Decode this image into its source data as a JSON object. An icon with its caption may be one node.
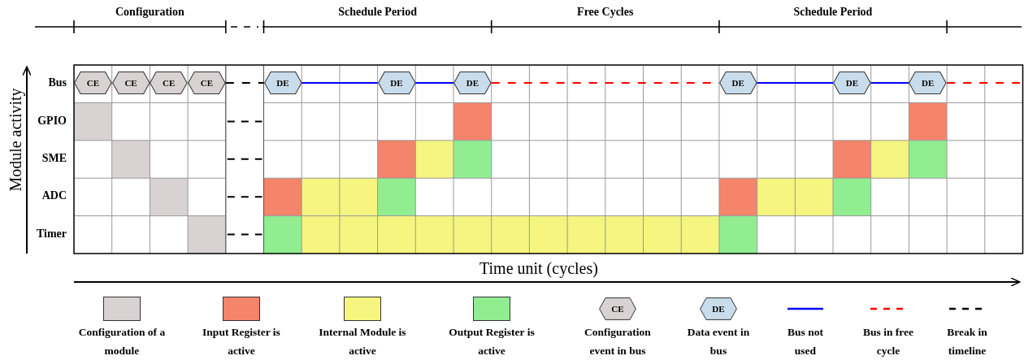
{
  "diagram": {
    "nodes": [
      {
        "text": [
          "CE"
        ]
      },
      {
        "text": [
          "CE"
        ]
      },
      {
        "text": [
          "CE"
        ]
      },
      {
        "text": [
          "CE"
        ]
      },
      {
        "text": [
          "DE"
        ]
      },
      {
        "text": [
          "DE"
        ]
      },
      {
        "text": [
          "DE"
        ]
      },
      {
        "text": [
          "DE"
        ]
      },
      {
        "text": [
          "DE"
        ]
      },
      {
        "text": [
          "DE"
        ]
      }
    ],
    "edges": [
      {
        "from": 3,
        "to": 4,
        "arrow": "none",
        "style": "dashed",
        "color": "#000000"
      },
      {
        "from": 4,
        "to": 5,
        "arrow": "none"
      },
      {
        "from": 5,
        "to": 6,
        "arrow": "none"
      },
      {
        "from": 6,
        "to": 7,
        "arrow": "none",
        "style": "dashed",
        "color": "#ff0000"
      },
      {
        "from": 7,
        "to": 8,
        "arrow": "none"
      },
      {
        "from": 8,
        "to": 9,
        "arrow": "none"
      },
      {
        "from": 9,
        "to": null,
        "arrow": "none",
        "style": "dashed",
        "color": "#ff0000"
      }
    ],
    "labels": [
      "Configuration",
      "Schedule Period",
      "Free Cycles",
      "Schedule Period",
      "Bus",
      "GPIO",
      "SME",
      "ADC",
      "Timer",
      "Module activity",
      "Time unit (cycles)",
      "CE",
      "DE"
    ],
    "legend": [
      {
        "text": "Configuration of a module",
        "color": "#d9d2d2"
      },
      {
        "text": "Input Register is active",
        "color": "#f4846a"
      },
      {
        "text": "Internal Module is active",
        "color": "#f5f57f"
      },
      {
        "text": "Output Register is active",
        "color": "#90ee90"
      },
      {
        "text": "Configuration event in bus"
      },
      {
        "text": "Data event in bus"
      },
      {
        "text": "Bus not used"
      },
      {
        "text": "Bus in free cycle"
      },
      {
        "text": "Break in timeline"
      }
    ]
  }
}
